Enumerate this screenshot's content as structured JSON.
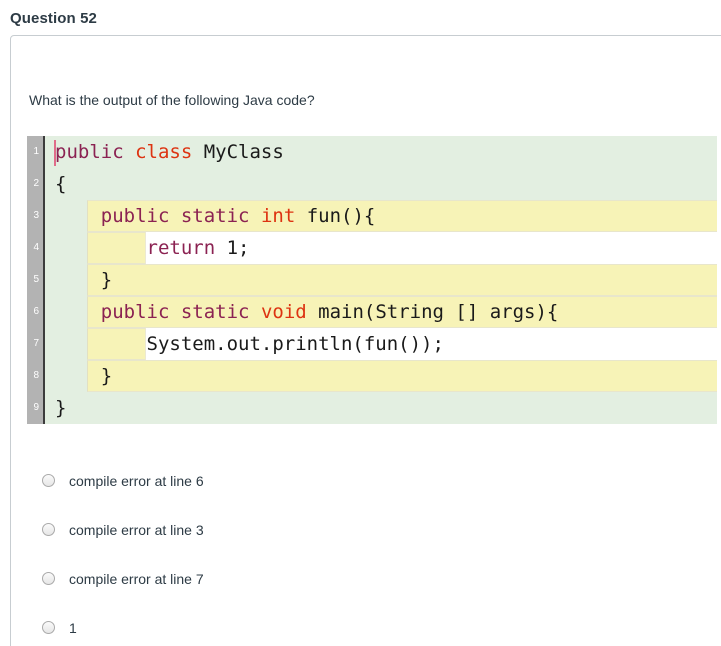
{
  "heading": "Question 52",
  "question": {
    "prompt": "What is the output of the following Java code?"
  },
  "code": {
    "language": "java",
    "lines": [
      {
        "number": "1",
        "indent": 0,
        "tokens": [
          {
            "text": "public",
            "type": "modifier"
          },
          {
            "text": " ",
            "type": "plain"
          },
          {
            "text": "class",
            "type": "type"
          },
          {
            "text": " MyClass",
            "type": "plain"
          }
        ]
      },
      {
        "number": "2",
        "indent": 0,
        "tokens": [
          {
            "text": "{",
            "type": "plain"
          }
        ]
      },
      {
        "number": "3",
        "indent": 1,
        "tokens": [
          {
            "text": "public",
            "type": "modifier"
          },
          {
            "text": " ",
            "type": "plain"
          },
          {
            "text": "static",
            "type": "modifier"
          },
          {
            "text": " ",
            "type": "plain"
          },
          {
            "text": "int",
            "type": "type"
          },
          {
            "text": " fun(){",
            "type": "plain"
          }
        ]
      },
      {
        "number": "4",
        "indent": 2,
        "tokens": [
          {
            "text": "return",
            "type": "modifier"
          },
          {
            "text": " 1;",
            "type": "plain"
          }
        ]
      },
      {
        "number": "5",
        "indent": 1,
        "tokens": [
          {
            "text": "}",
            "type": "plain"
          }
        ]
      },
      {
        "number": "6",
        "indent": 1,
        "tokens": [
          {
            "text": "public",
            "type": "modifier"
          },
          {
            "text": " ",
            "type": "plain"
          },
          {
            "text": "static",
            "type": "modifier"
          },
          {
            "text": " ",
            "type": "plain"
          },
          {
            "text": "void",
            "type": "type"
          },
          {
            "text": " main(String [] args){",
            "type": "plain"
          }
        ]
      },
      {
        "number": "7",
        "indent": 2,
        "tokens": [
          {
            "text": "System.out.println(fun());",
            "type": "plain"
          }
        ]
      },
      {
        "number": "8",
        "indent": 1,
        "tokens": [
          {
            "text": "}",
            "type": "plain"
          }
        ]
      },
      {
        "number": "9",
        "indent": 0,
        "tokens": [
          {
            "text": "}",
            "type": "plain"
          }
        ]
      }
    ],
    "colors": {
      "outer_background": "#e3efe1",
      "method_background": "#f7f3b7",
      "statement_background": "#ffffff",
      "gutter_background": "#b3b3b3",
      "modifier_keyword": "#8b2252",
      "type_keyword": "#dd3311",
      "plain_text": "#1a1a1a"
    }
  },
  "options": [
    {
      "label": "compile error at line 6",
      "selected": false
    },
    {
      "label": "compile error at line 3",
      "selected": false
    },
    {
      "label": "compile error at line 7",
      "selected": false
    },
    {
      "label": "1",
      "selected": false
    }
  ]
}
